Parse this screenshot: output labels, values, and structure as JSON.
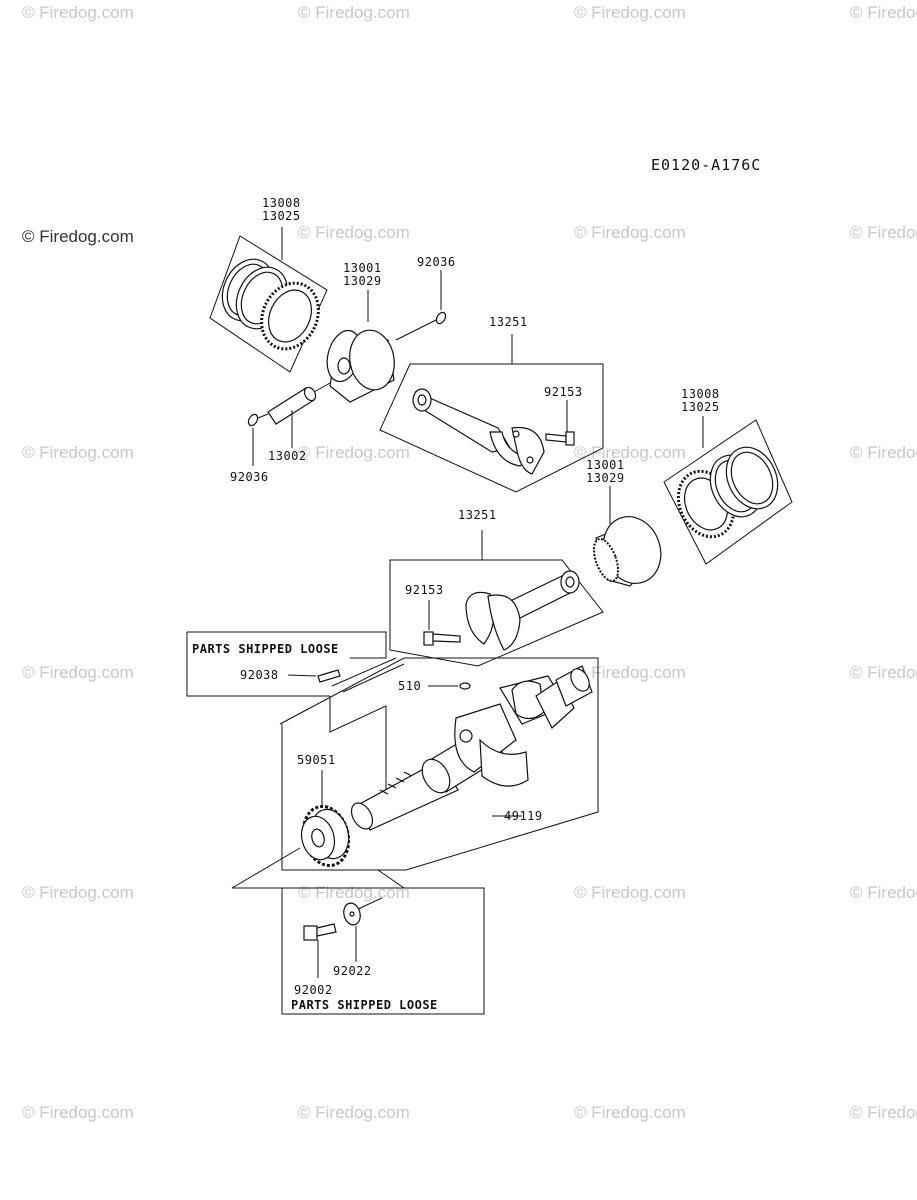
{
  "diagram_code": "E0120-A176C",
  "watermark": "© Firedog.com",
  "loose_note": "PARTS SHIPPED LOOSE",
  "parts": {
    "rings_upper_a": "13008",
    "rings_upper_b": "13025",
    "piston_upper_a": "13001",
    "piston_upper_b": "13029",
    "circlip_upper_top": "92036",
    "circlip_upper_bottom": "92036",
    "piston_pin": "13002",
    "conrod_upper": "13251",
    "conrod_bolt_upper": "92153",
    "rings_lower_a": "13008",
    "rings_lower_b": "13025",
    "piston_lower_a": "13001",
    "piston_lower_b": "13029",
    "conrod_lower": "13251",
    "conrod_bolt_lower": "92153",
    "dowel_pin": "92038",
    "woodruff_key": "510",
    "crank_gear": "59051",
    "crankshaft": "49119",
    "bolt": "92002",
    "washer": "92022"
  }
}
